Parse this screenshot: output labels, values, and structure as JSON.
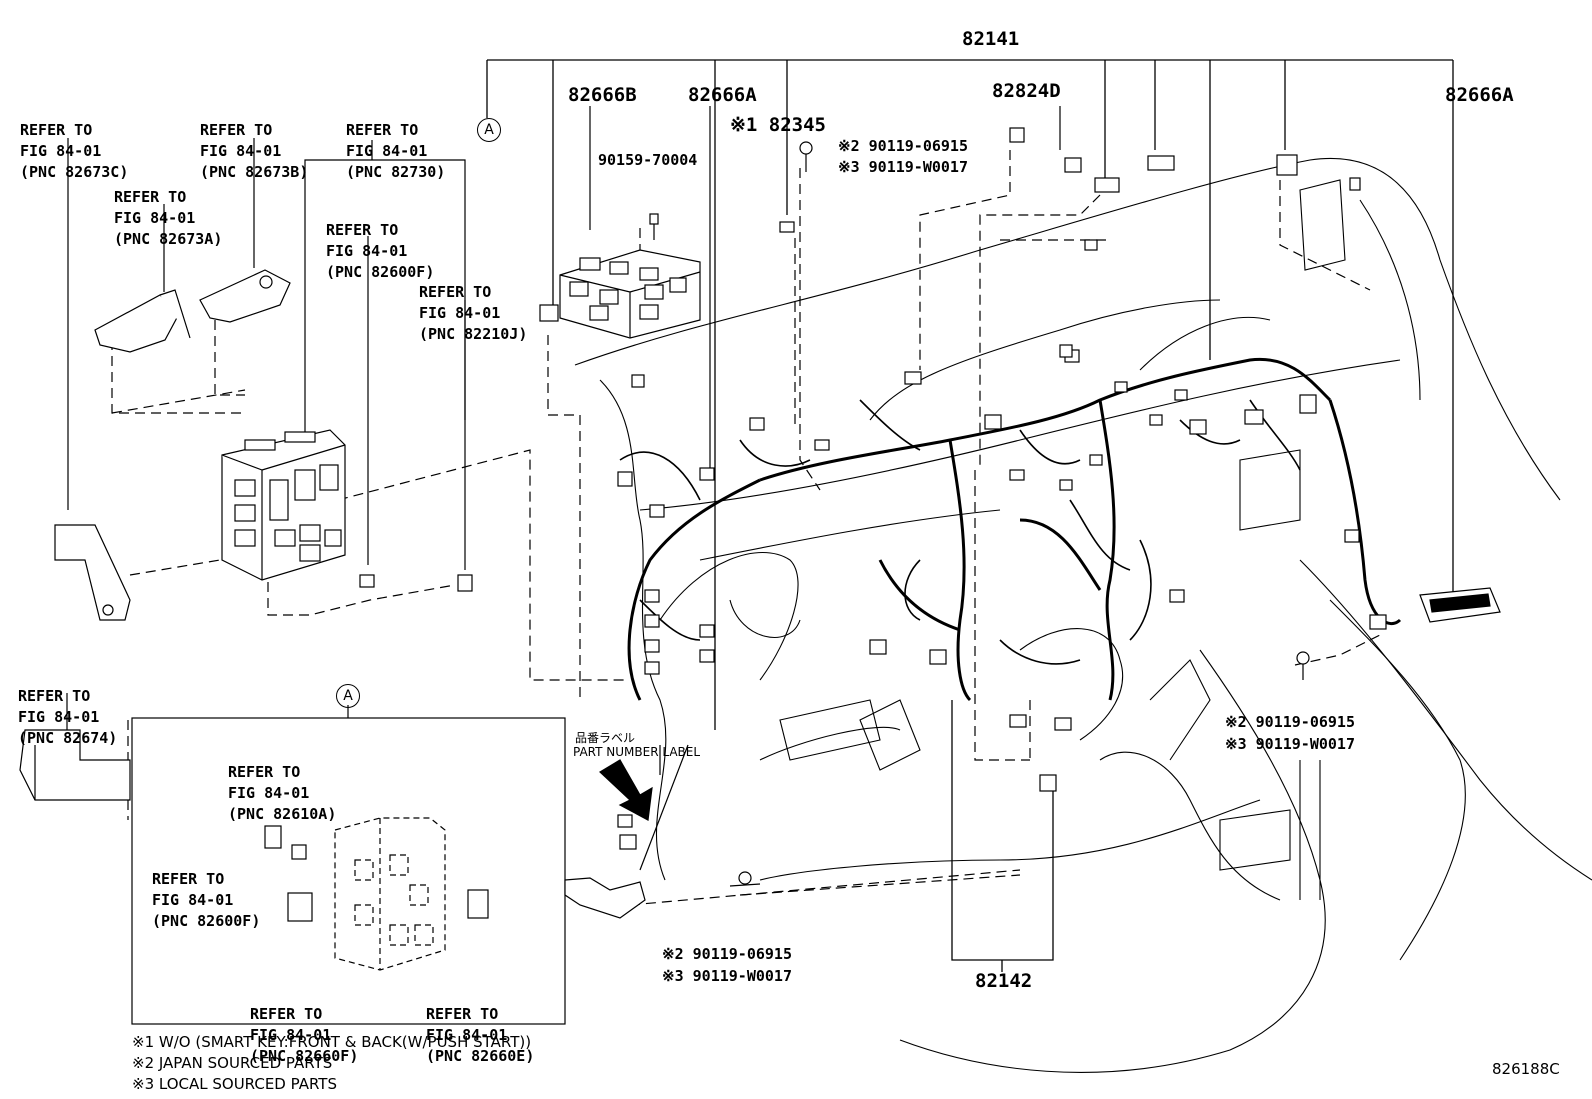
{
  "refs": {
    "r_82673C": [
      "REFER TO",
      "FIG 84-01",
      "(PNC 82673C)"
    ],
    "r_82673B": [
      "REFER TO",
      "FIG 84-01",
      "(PNC 82673B)"
    ],
    "r_82730": [
      "REFER TO",
      "FIG 84-01",
      "(PNC 82730)"
    ],
    "r_82673A": [
      "REFER TO",
      "FIG 84-01",
      "(PNC 82673A)"
    ],
    "r_82600F_top": [
      "REFER TO",
      "FIG 84-01",
      "(PNC 82600F)"
    ],
    "r_82210J": [
      "REFER TO",
      "FIG 84-01",
      "(PNC 82210J)"
    ],
    "r_82674": [
      "REFER TO",
      "FIG 84-01",
      "(PNC 82674)"
    ],
    "r_82610A": [
      "REFER TO",
      "FIG 84-01",
      "(PNC 82610A)"
    ],
    "r_82600F_bot": [
      "REFER TO",
      "FIG 84-01",
      "(PNC 82600F)"
    ],
    "r_82660F": [
      "REFER TO",
      "FIG 84-01",
      "(PNC 82660F)"
    ],
    "r_82660E": [
      "REFER TO",
      "FIG 84-01",
      "(PNC 82660E)"
    ]
  },
  "part_numbers": {
    "p82141": "82141",
    "p82666B": "82666B",
    "p82666A_1": "82666A",
    "p82824D": "82824D",
    "p82666A_2": "82666A",
    "p82345": "※1 82345",
    "p90159": "90159-70004",
    "p82142": "82142",
    "bolt_top_1": "※2 90119-06915",
    "bolt_top_2": "※3 90119-W0017",
    "bolt_right_1": "※2 90119-06915",
    "bolt_right_2": "※3 90119-W0017",
    "bolt_bottom_1": "※2 90119-06915",
    "bolt_bottom_2": "※3 90119-W0017"
  },
  "callout_a": "A",
  "part_label_jp": "品番ラベル",
  "part_label_en": "PART NUMBER LABEL",
  "notes": [
    "※1 W/O (SMART KEY:FRONT & BACK(W/PUSH START))",
    "※2 JAPAN SOURCED PARTS",
    "※3 LOCAL SOURCED PARTS"
  ],
  "figure_code": "826188C"
}
